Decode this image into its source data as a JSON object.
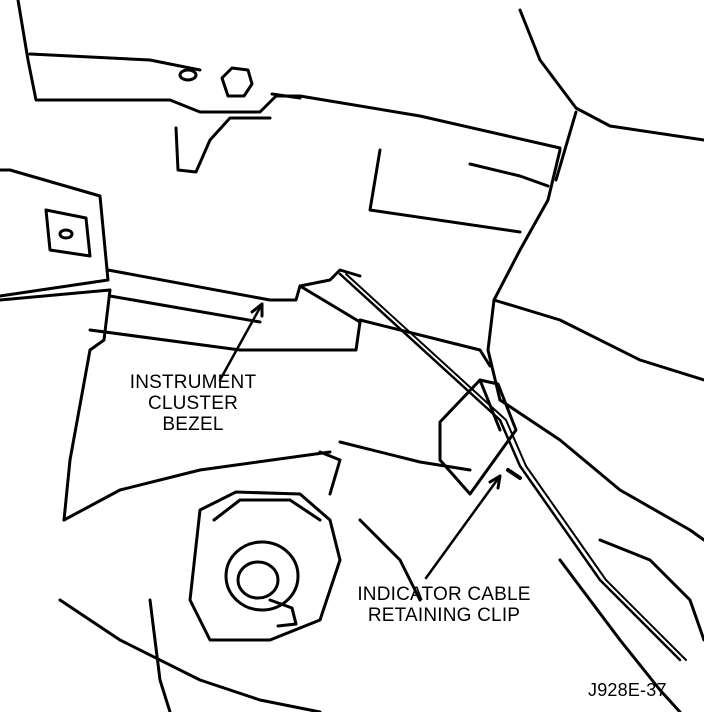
{
  "callouts": {
    "bezel": [
      "INSTRUMENT",
      "CLUSTER",
      "BEZEL"
    ],
    "clip": [
      "INDICATOR CABLE",
      "RETAINING CLIP"
    ]
  },
  "figure_code": "J928E-37",
  "colors": {
    "ink": "#000000",
    "paper": "#ffffff"
  }
}
